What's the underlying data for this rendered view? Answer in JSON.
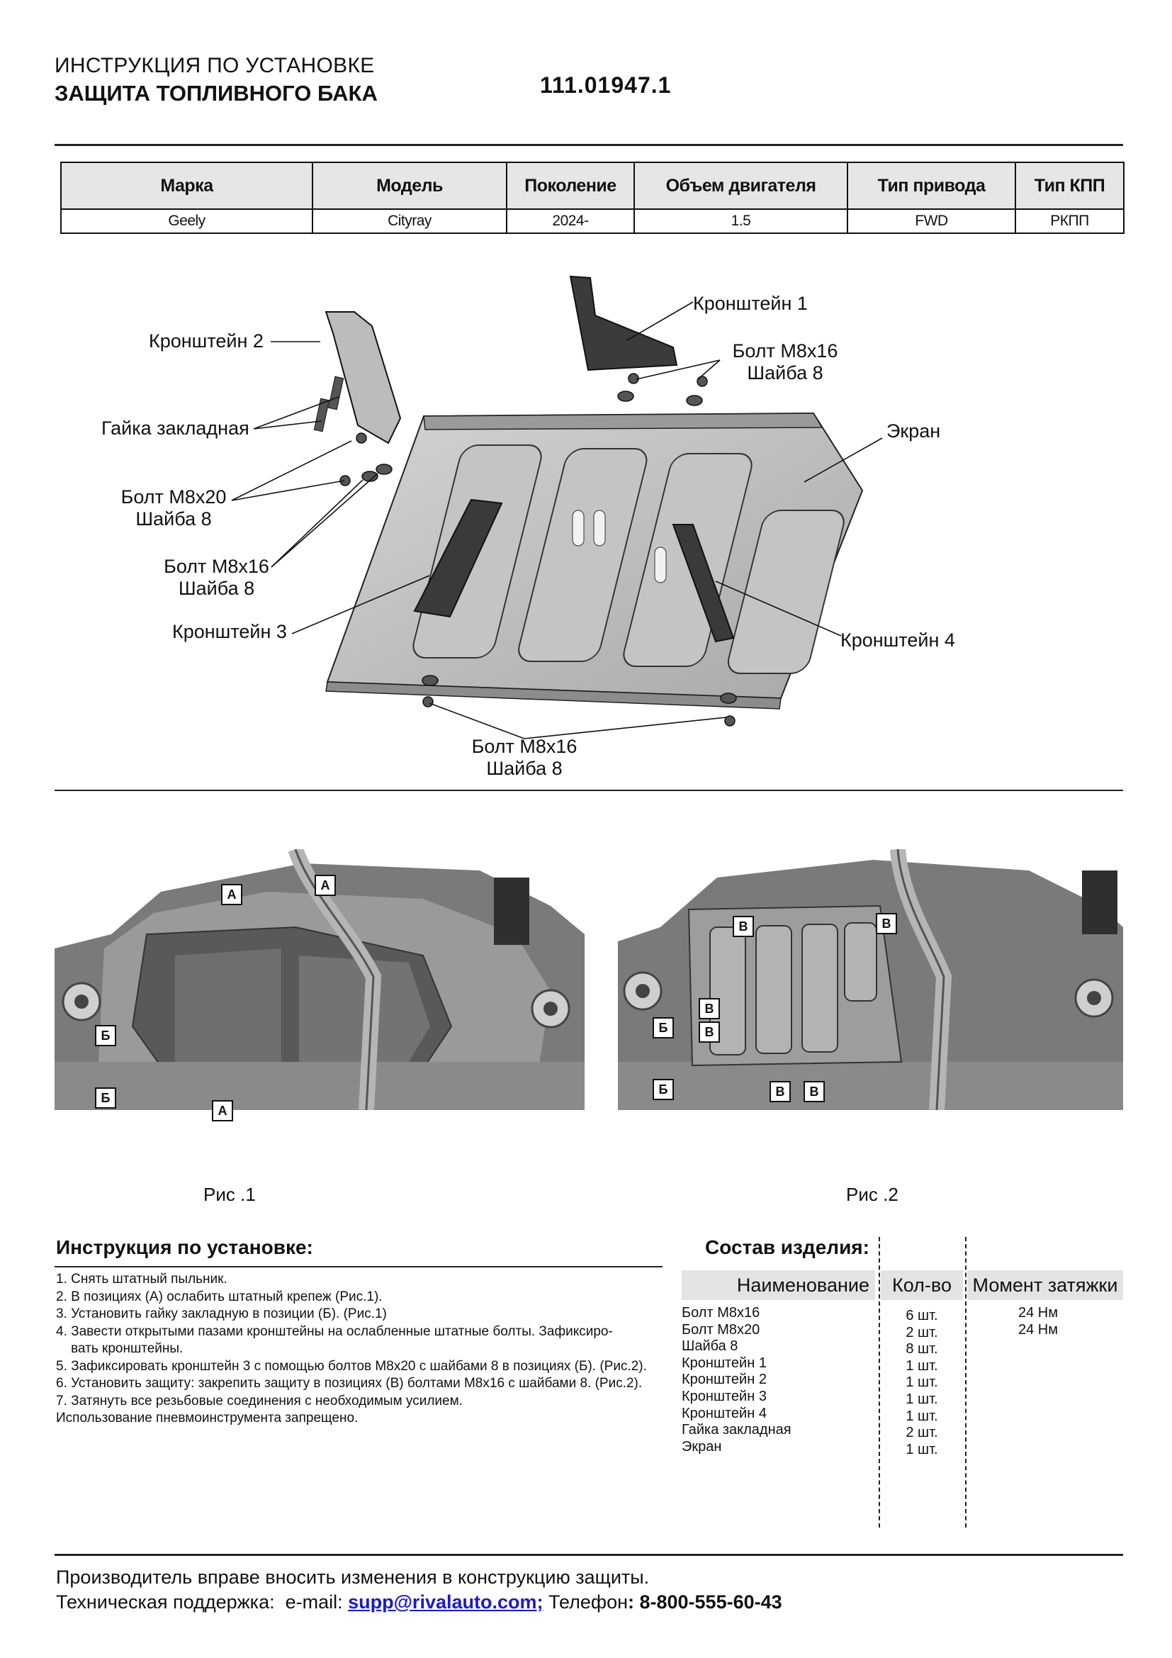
{
  "header": {
    "line1": "ИНСТРУКЦИЯ ПО УСТАНОВКЕ",
    "line2": "ЗАЩИТА ТОПЛИВНОГО БАКА",
    "code": "111.01947.1"
  },
  "spec_table": {
    "headers": [
      "Марка",
      "Модель",
      "Поколение",
      "Объем двигателя",
      "Тип привода",
      "Тип КПП"
    ],
    "row": [
      "Geely",
      "Cityray",
      "2024-",
      "1.5",
      "FWD",
      "РКПП"
    ]
  },
  "diagram": {
    "callouts": {
      "bracket1": "Кронштейн 1",
      "bracket2": "Кронштейн 2",
      "bolt_top_1": "Болт М8х16",
      "washer_top_1": "Шайба 8",
      "nut": "Гайка закладная",
      "screen": "Экран",
      "bolt_m20": "Болт М8х20",
      "washer_m20": "Шайба 8",
      "bolt_left": "Болт М8х16",
      "washer_left": "Шайба 8",
      "bracket3": "Кронштейн 3",
      "bracket4": "Кронштейн 4",
      "bolt_bottom": "Болт М8х16",
      "washer_bottom": "Шайба 8"
    }
  },
  "figures": {
    "fig1": {
      "caption": "Рис .1",
      "markers": [
        "А",
        "А",
        "Б",
        "Б",
        "А"
      ]
    },
    "fig2": {
      "caption": "Рис .2",
      "markers": [
        "В",
        "В",
        "В",
        "В",
        "Б",
        "Б",
        "В",
        "В"
      ]
    }
  },
  "instructions": {
    "title": "Инструкция по установке:",
    "steps": [
      "1. Снять штатный пыльник.",
      "2. В позициях (А) ослабить штатный крепеж (Рис.1).",
      "3. Установить гайку закладную в позиции (Б). (Рис.1)",
      "4. Завести открытыми пазами кронштейны на ослабленные штатные болты. Зафиксиро-",
      "    вать кронштейны.",
      "5. Зафиксировать кронштейн 3 с помощью болтов М8х20 с шайбами 8 в позициях (Б). (Рис.2).",
      "6. Установить защиту: закрепить защиту в позициях (В) болтами М8х16 с шайбами 8. (Рис.2).",
      "7. Затянуть все резьбовые соединения с необходимым усилием.",
      "Использование пневмоинструмента запрещено."
    ]
  },
  "composition": {
    "title": "Состав изделия:",
    "headers": [
      "Наименование",
      "Кол-во",
      "Момент затяжки"
    ],
    "names": [
      "Болт М8х16",
      "Болт М8х20",
      "Шайба 8",
      "Кронштейн 1",
      "Кронштейн 2",
      "Кронштейн 3",
      "Кронштейн 4",
      "Гайка закладная",
      "Экран"
    ],
    "qty": [
      "6 шт.",
      "2 шт.",
      "8 шт.",
      "1 шт.",
      "1 шт.",
      "1 шт.",
      "1 шт.",
      "2 шт.",
      "1 шт."
    ],
    "torque": [
      "24 Нм",
      "24 Нм",
      "",
      "",
      "",
      "",
      "",
      "",
      ""
    ]
  },
  "footer": {
    "line1": "Производитель вправе вносить изменения в конструкцию защиты.",
    "support_label": "Техническая поддержка:  e-mail: ",
    "email": "supp@rivalauto.com;",
    "phone_label": " Телефон",
    "phone": ": 8-800-555-60-43"
  },
  "colors": {
    "part_fill": "#bcbcbc",
    "photo_dark": "#555555",
    "table_header_bg": "#e6e6e6",
    "link": "#1a1acc"
  }
}
